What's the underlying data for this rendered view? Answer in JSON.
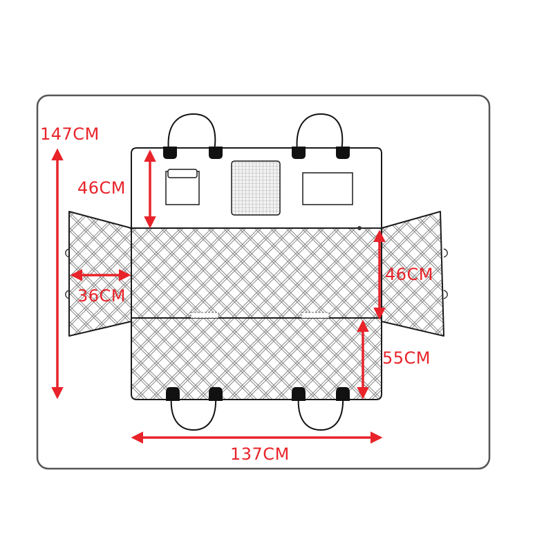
{
  "diagram": {
    "subject": "car seat cover",
    "colors": {
      "outline": "#1a1a1a",
      "dimension": "#e8232a",
      "frame": "#555555",
      "fabric": "#ffffff",
      "pattern": "#777777",
      "handle": "#111111"
    },
    "dimensions": {
      "total_length": "147CM",
      "backrest_height": "46CM",
      "side_flap_width": "36CM",
      "side_flap_height": "46CM",
      "seat_depth": "55CM",
      "width": "137CM"
    }
  }
}
